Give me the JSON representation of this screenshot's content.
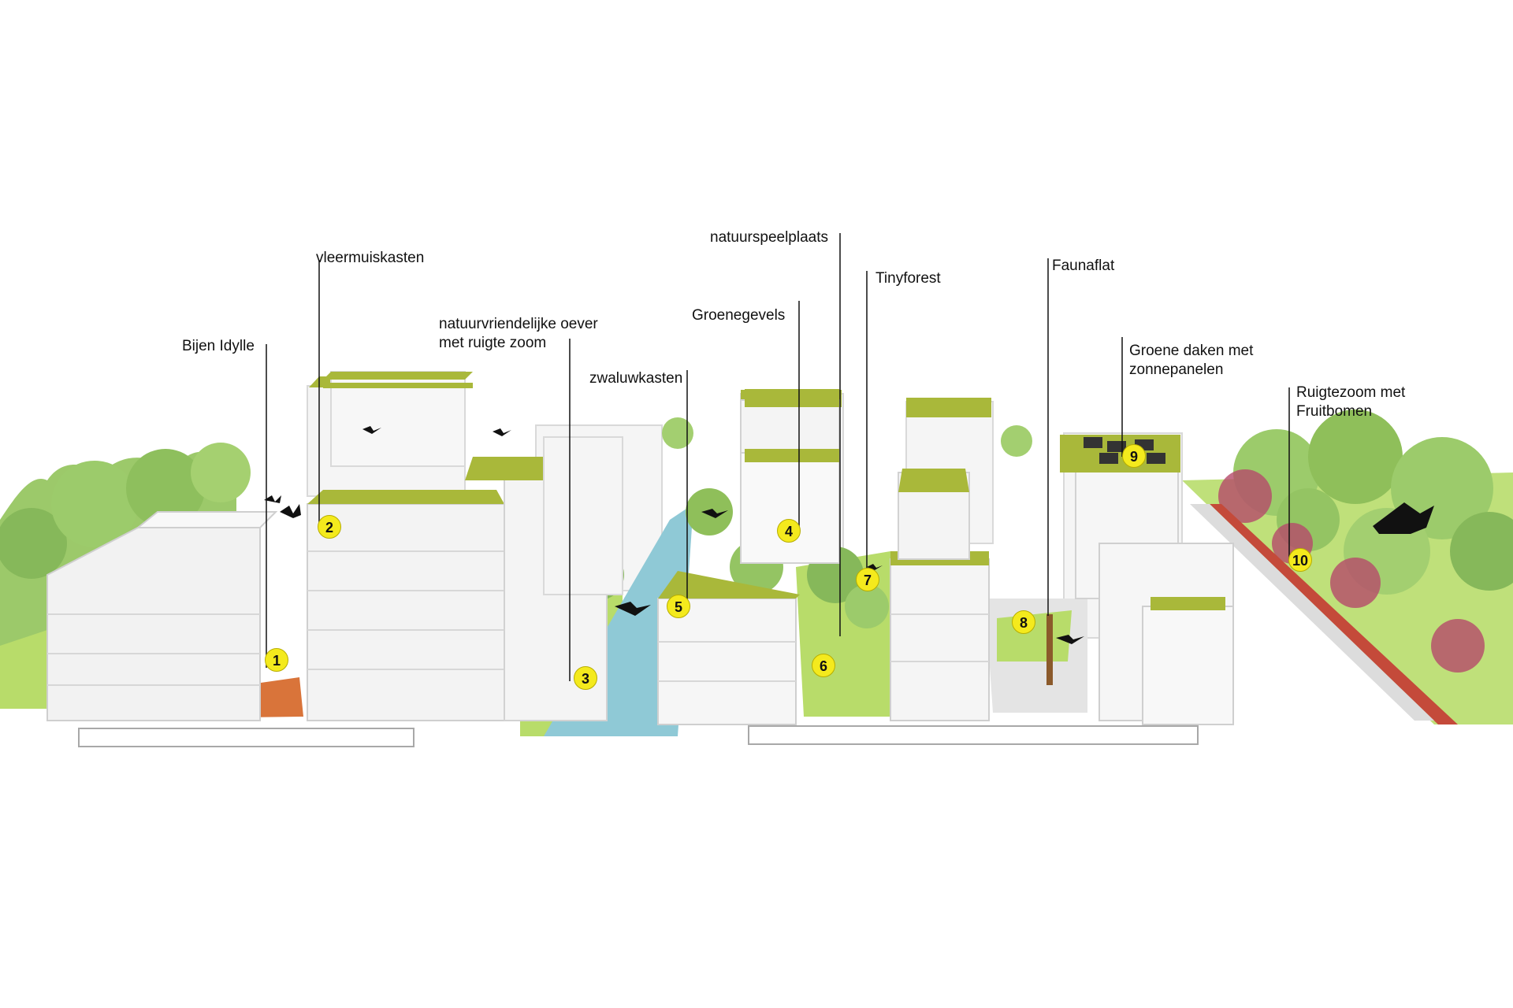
{
  "labels": {
    "bijen": "Bijen Idylle",
    "vleermuis": "vleermuiskasten",
    "oever_line1": "natuurvriendelijke oever",
    "oever_line2": "met ruigte zoom",
    "zwaluw": "zwaluwkasten",
    "groenegevels": "Groenegevels",
    "natuurspeel": "natuurspeelplaats",
    "tinyforest": "Tinyforest",
    "faunaflat": "Faunaflat",
    "daken_line1": "Groene daken met",
    "daken_line2": "zonnepanelen",
    "ruigte_line1": "Ruigtezoom met",
    "ruigte_line2": "Fruitbomen"
  },
  "markers": [
    "1",
    "2",
    "3",
    "4",
    "5",
    "6",
    "7",
    "8",
    "9",
    "10"
  ],
  "colors": {
    "marker_fill": "#f4ea1d",
    "leader_line": "#111111",
    "building": "#f2f2f2",
    "building_edge": "#cfcfcf",
    "green_roof": "#a9b83a",
    "grass": "#b8dc6a",
    "tree": "#8fbf5a",
    "water": "#8fc9d6",
    "blossom": "#b54a6a",
    "path": "#c44a3a"
  }
}
